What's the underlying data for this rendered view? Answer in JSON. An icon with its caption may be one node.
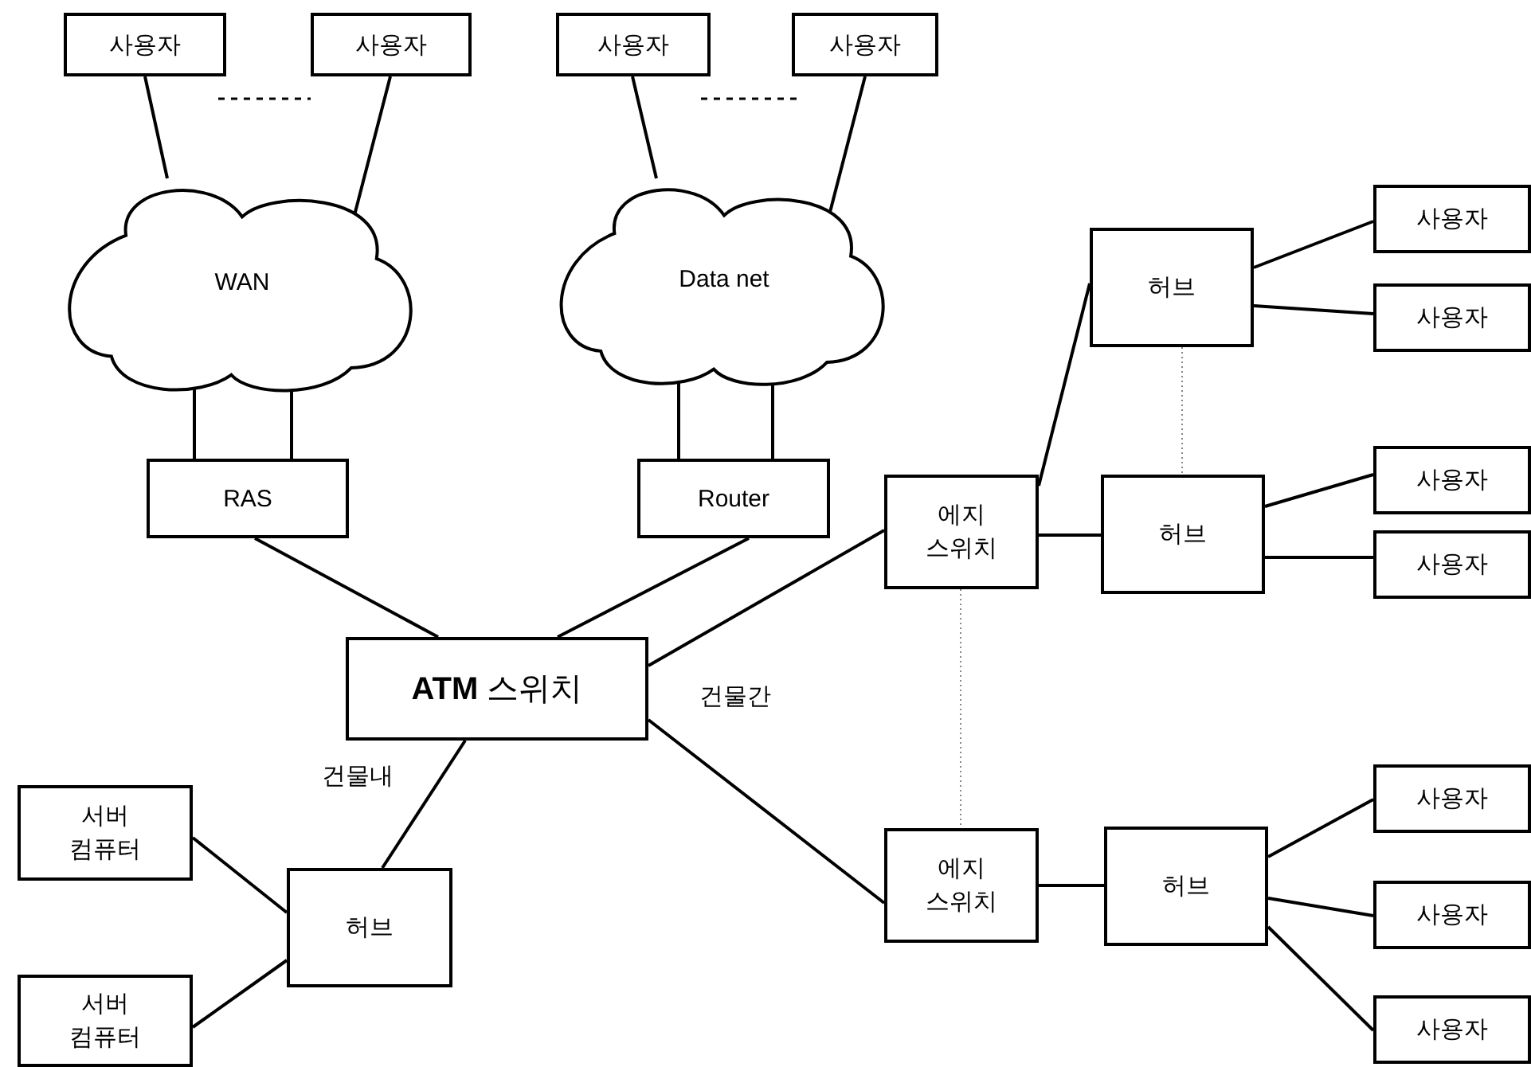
{
  "diagram": {
    "nodes": [
      {
        "text": [
          "사용자"
        ]
      },
      {
        "text": [
          "사용자"
        ]
      },
      {
        "text": [
          "사용자"
        ]
      },
      {
        "text": [
          "사용자"
        ]
      },
      {
        "text": [
          "WAN"
        ]
      },
      {
        "text": [
          "Data net"
        ]
      },
      {
        "text": [
          "RAS"
        ]
      },
      {
        "text": [
          "Router"
        ]
      },
      {
        "text": [
          "허브"
        ]
      },
      {
        "text": [
          "사용자"
        ]
      },
      {
        "text": [
          "사용자"
        ]
      },
      {
        "text": [
          "에지 스위치"
        ]
      },
      {
        "text": [
          "허브"
        ]
      },
      {
        "text": [
          "사용자"
        ]
      },
      {
        "text": [
          "사용자"
        ]
      },
      {
        "text": [
          "**ATM** 스위치"
        ]
      },
      {
        "text": [
          "서버 컴퓨터"
        ]
      },
      {
        "text": [
          "허브"
        ]
      },
      {
        "text": [
          "서버 컴퓨터"
        ]
      },
      {
        "text": [
          "에지 스위치"
        ]
      },
      {
        "text": [
          "허브"
        ]
      },
      {
        "text": [
          "사용자"
        ]
      },
      {
        "text": [
          "사용자"
        ]
      },
      {
        "text": [
          "사용자"
        ]
      }
    ],
    "edges": [
      {
        "from": 0,
        "to": 4,
        "arrow": "none"
      },
      {
        "from": 1,
        "to": 4,
        "arrow": "none"
      },
      {
        "from": 2,
        "to": 5,
        "arrow": "none"
      },
      {
        "from": 3,
        "to": 5,
        "arrow": "none"
      },
      {
        "from": 4,
        "to": 6,
        "arrow": "none"
      },
      {
        "from": 4,
        "to": 6,
        "arrow": "none"
      },
      {
        "from": 5,
        "to": 7,
        "arrow": "none"
      },
      {
        "from": 5,
        "to": 7,
        "arrow": "none"
      },
      {
        "from": 6,
        "to": 15,
        "arrow": "none"
      },
      {
        "from": 7,
        "to": 15,
        "arrow": "none"
      },
      {
        "from": 15,
        "to": 11,
        "arrow": "none"
      },
      {
        "from": 11,
        "to": 8,
        "arrow": "none"
      },
      {
        "from": 11,
        "to": 12,
        "arrow": "none"
      },
      {
        "from": 8,
        "to": 9,
        "arrow": "none"
      },
      {
        "from": 8,
        "to": 10,
        "arrow": "none"
      },
      {
        "from": 12,
        "to": 13,
        "arrow": "none"
      },
      {
        "from": 12,
        "to": 14,
        "arrow": "none"
      },
      {
        "from": 15,
        "to": 17,
        "arrow": "none",
        "label": "건물내"
      },
      {
        "from": 15,
        "to": 19,
        "arrow": "none",
        "label": "건물간"
      },
      {
        "from": 17,
        "to": 16,
        "arrow": "none"
      },
      {
        "from": 17,
        "to": 18,
        "arrow": "none"
      },
      {
        "from": 19,
        "to": 20,
        "arrow": "none"
      },
      {
        "from": 20,
        "to": 21,
        "arrow": "none"
      },
      {
        "from": 20,
        "to": 22,
        "arrow": "none"
      },
      {
        "from": 20,
        "to": 23,
        "arrow": "none"
      },
      {
        "from": 8,
        "to": 12,
        "arrow": "none",
        "style": "dashed",
        "color": "#888888"
      },
      {
        "from": 11,
        "to": 19,
        "arrow": "none",
        "style": "dashed",
        "color": "#888888"
      }
    ]
  }
}
